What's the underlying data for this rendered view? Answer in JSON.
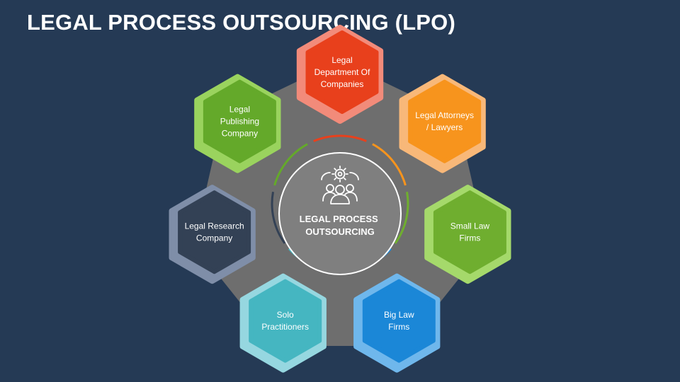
{
  "title": "LEGAL PROCESS OUTSOURCING (LPO)",
  "center": {
    "lines": [
      "LEGAL PROCESS",
      "OUTSOURCING"
    ],
    "icon": "team-gear-icon"
  },
  "nodes": [
    {
      "id": "legal-department",
      "lines": [
        "Legal",
        "Department Of",
        "Companies"
      ],
      "outer": "#f28b7a",
      "inner": "#e8401c"
    },
    {
      "id": "legal-attorneys",
      "lines": [
        "Legal Attorneys",
        "/ Lawyers"
      ],
      "outer": "#f8b879",
      "inner": "#f7941d"
    },
    {
      "id": "small-law-firms",
      "lines": [
        "Small Law",
        "Firms"
      ],
      "outer": "#a5d96b",
      "inner": "#6fae2f"
    },
    {
      "id": "big-law-firms",
      "lines": [
        "Big Law",
        "Firms"
      ],
      "outer": "#6fb7ec",
      "inner": "#1b87d7"
    },
    {
      "id": "solo-practitioners",
      "lines": [
        "Solo",
        "Practitioners"
      ],
      "outer": "#96d7e0",
      "inner": "#45b6c1"
    },
    {
      "id": "legal-research",
      "lines": [
        "Legal Research",
        "Company"
      ],
      "outer": "#7f8ea8",
      "inner": "#334155"
    },
    {
      "id": "legal-publishing",
      "lines": [
        "Legal",
        "Publishing",
        "Company"
      ],
      "outer": "#9ad35e",
      "inner": "#64a92a"
    }
  ],
  "colors": {
    "background": "#253a55",
    "heptagon": "#6e6e6e",
    "center_circle": "#7f7f7f",
    "ring_segments": [
      "#e8401c",
      "#f7941d",
      "#6fae2f",
      "#1b87d7",
      "#45b6c1",
      "#334155",
      "#64a92a"
    ]
  }
}
